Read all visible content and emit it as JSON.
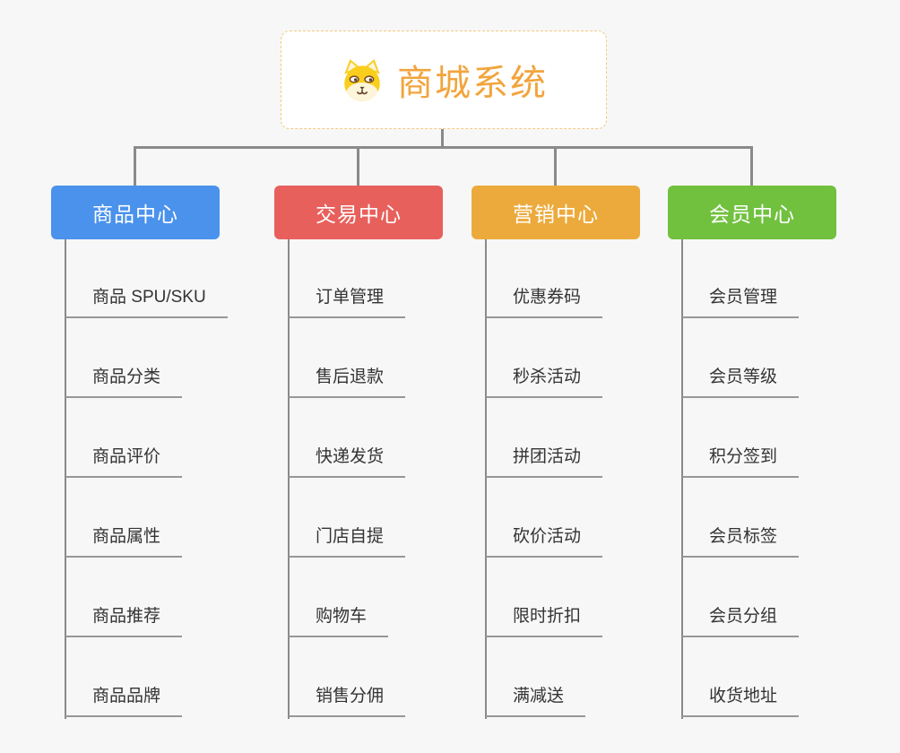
{
  "root": {
    "title": "商城系统",
    "icon": "dog-icon",
    "title_color": "#F2A43C",
    "border_color": "#F5C87F"
  },
  "branches": [
    {
      "label": "商品中心",
      "color": "#4A92EC",
      "items": [
        "商品 SPU/SKU",
        "商品分类",
        "商品评价",
        "商品属性",
        "商品推荐",
        "商品品牌"
      ]
    },
    {
      "label": "交易中心",
      "color": "#E7605C",
      "items": [
        "订单管理",
        "售后退款",
        "快递发货",
        "门店自提",
        "购物车",
        "销售分佣"
      ]
    },
    {
      "label": "营销中心",
      "color": "#ECAA3C",
      "items": [
        "优惠券码",
        "秒杀活动",
        "拼团活动",
        "砍价活动",
        "限时折扣",
        "满减送"
      ]
    },
    {
      "label": "会员中心",
      "color": "#71C13F",
      "items": [
        "会员管理",
        "会员等级",
        "积分签到",
        "会员标签",
        "会员分组",
        "收货地址"
      ]
    }
  ],
  "connector_color": "#8A8A8A",
  "canvas_bg": "#F7F7F7",
  "leaf_text_color": "#333333"
}
